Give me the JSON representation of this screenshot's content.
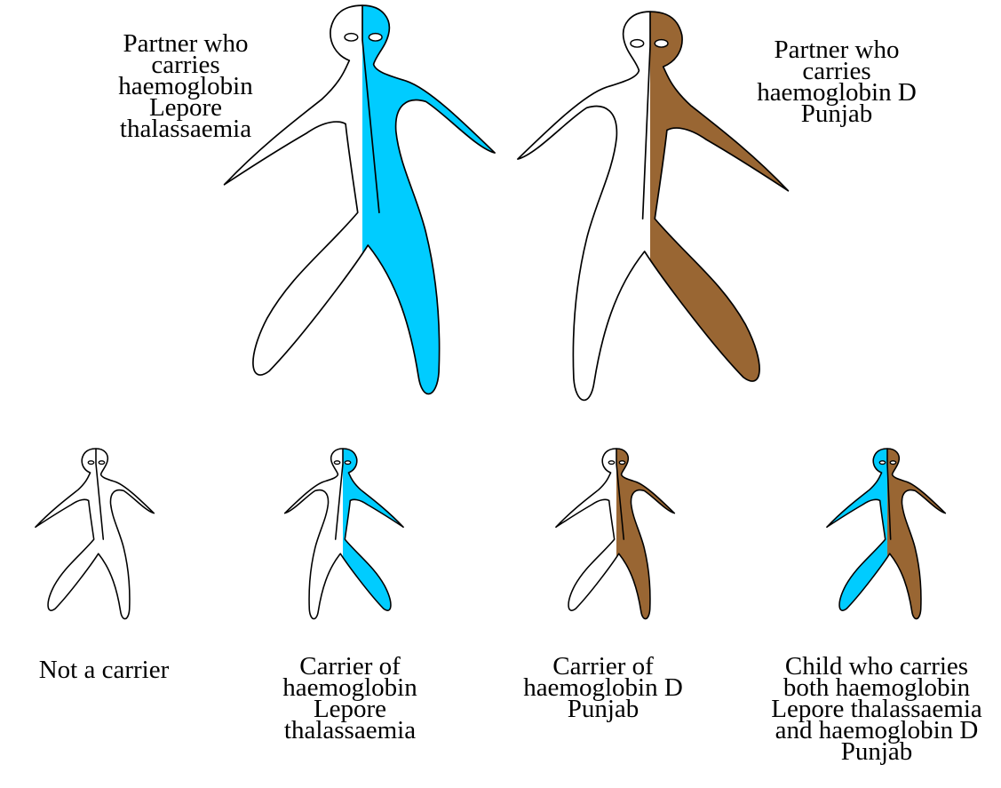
{
  "colors": {
    "lepore": "#00CCFF",
    "punjab": "#996633",
    "none": "#FFFFFF",
    "outline": "#000000"
  },
  "parents": {
    "lepore_partner": {
      "label_lines": [
        "Partner who",
        "carries",
        "haemoglobin",
        "Lepore",
        "thalassaemia"
      ]
    },
    "punjab_partner": {
      "label_lines": [
        "Partner who",
        "carries",
        "haemoglobin D",
        "Punjab"
      ]
    }
  },
  "children": [
    {
      "id": "not-carrier",
      "label_lines": [
        "Not a carrier"
      ]
    },
    {
      "id": "lepore-carrier",
      "label_lines": [
        "Carrier of",
        "haemoglobin",
        "Lepore",
        "thalassaemia"
      ]
    },
    {
      "id": "punjab-carrier",
      "label_lines": [
        "Carrier of",
        "haemoglobin D",
        "Punjab"
      ]
    },
    {
      "id": "both-carrier",
      "label_lines": [
        "Child who carries",
        "both haemoglobin",
        "Lepore thalassaemia",
        "and haemoglobin D",
        "Punjab"
      ]
    }
  ]
}
